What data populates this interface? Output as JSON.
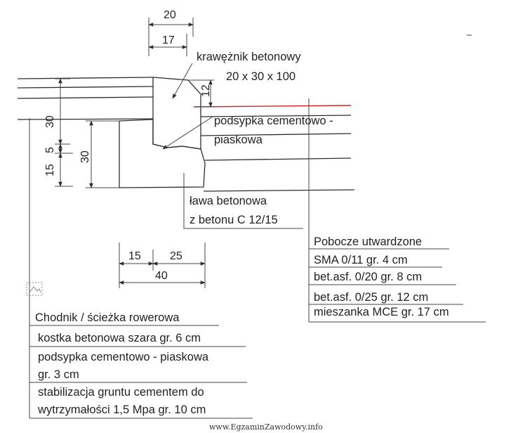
{
  "dimensions": {
    "curb_width": "20",
    "curb_body": "17",
    "curb_reveal": "12",
    "total_left_height": "30",
    "layer_5": "5",
    "layer_15": "15",
    "bench_height": "30",
    "bench_15": "15",
    "bench_25": "25",
    "bench_total": "40"
  },
  "labels": {
    "curb_title": "krawężnik betonowy",
    "curb_size": "20 x 30 x 100",
    "bedding_line1": "podsypka cementowo -",
    "bedding_line2": "piaskowa",
    "bench_line1": "ława betonowa",
    "bench_line2": "z betonu C 12/15"
  },
  "shoulder": {
    "title": "Pobocze utwardzone",
    "layers": [
      "SMA 0/11 gr. 4 cm",
      "bet.asf. 0/20 gr. 8 cm",
      "bet.asf. 0/25 gr. 12 cm",
      "mieszanka MCE gr. 17 cm"
    ]
  },
  "sidewalk": {
    "title": "Chodnik / ścieżka rowerowa",
    "layers": [
      [
        "kostka betonowa szara gr. 6 cm"
      ],
      [
        "podsypka cementowo - piaskowa",
        "gr. 3 cm"
      ],
      [
        "stabilizacja gruntu cementem do",
        "wytrzymałości 1,5 Mpa gr. 10 cm"
      ]
    ]
  },
  "footer": "www.EgzaminZawodowy.info",
  "colors": {
    "line": "#2e2e2e",
    "accent_surface": "#cc2a2a"
  }
}
